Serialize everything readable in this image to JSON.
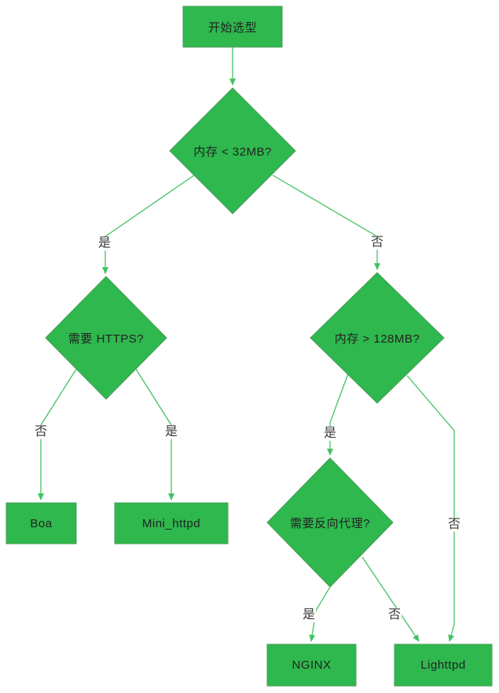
{
  "diagram": {
    "type": "flowchart",
    "colors": {
      "node_fill": "#2eb84d",
      "node_border": "#4a9c58",
      "edge": "#41c364",
      "node_text": "#222222",
      "label_text": "#3a3a3a",
      "background": "#ffffff"
    },
    "nodes": {
      "start": {
        "label": "开始选型",
        "type": "process"
      },
      "mem32": {
        "label": "内存 < 32MB?",
        "type": "decision"
      },
      "https": {
        "label": "需要 HTTPS?",
        "type": "decision"
      },
      "mem128": {
        "label": "内存 > 128MB?",
        "type": "decision"
      },
      "proxy": {
        "label": "需要反向代理?",
        "type": "decision"
      },
      "boa": {
        "label": "Boa",
        "type": "result"
      },
      "mini_httpd": {
        "label": "Mini_httpd",
        "type": "result"
      },
      "nginx": {
        "label": "NGINX",
        "type": "result"
      },
      "lighttpd": {
        "label": "Lighttpd",
        "type": "result"
      }
    },
    "edge_labels": {
      "mem32_yes": "是",
      "mem32_no": "否",
      "https_no": "否",
      "https_yes": "是",
      "mem128_yes": "是",
      "mem128_no": "否",
      "proxy_yes": "是",
      "proxy_no": "否"
    }
  }
}
